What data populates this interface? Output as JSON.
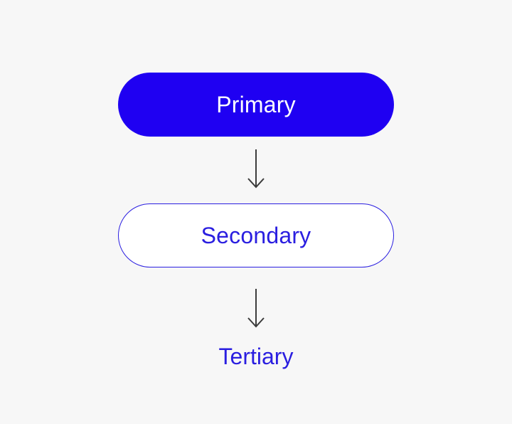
{
  "buttons": {
    "primary_label": "Primary",
    "secondary_label": "Secondary",
    "tertiary_label": "Tertiary"
  },
  "icons": {
    "arrow_1": "arrow-down-icon",
    "arrow_2": "arrow-down-icon"
  },
  "colors": {
    "background": "#f7f7f7",
    "primary_fill": "#1f00f2",
    "primary_text": "#ffffff",
    "secondary_fill": "#ffffff",
    "secondary_border": "#2a1ee0",
    "accent_text": "#2a1ee0",
    "arrow": "#3c3c3c"
  }
}
